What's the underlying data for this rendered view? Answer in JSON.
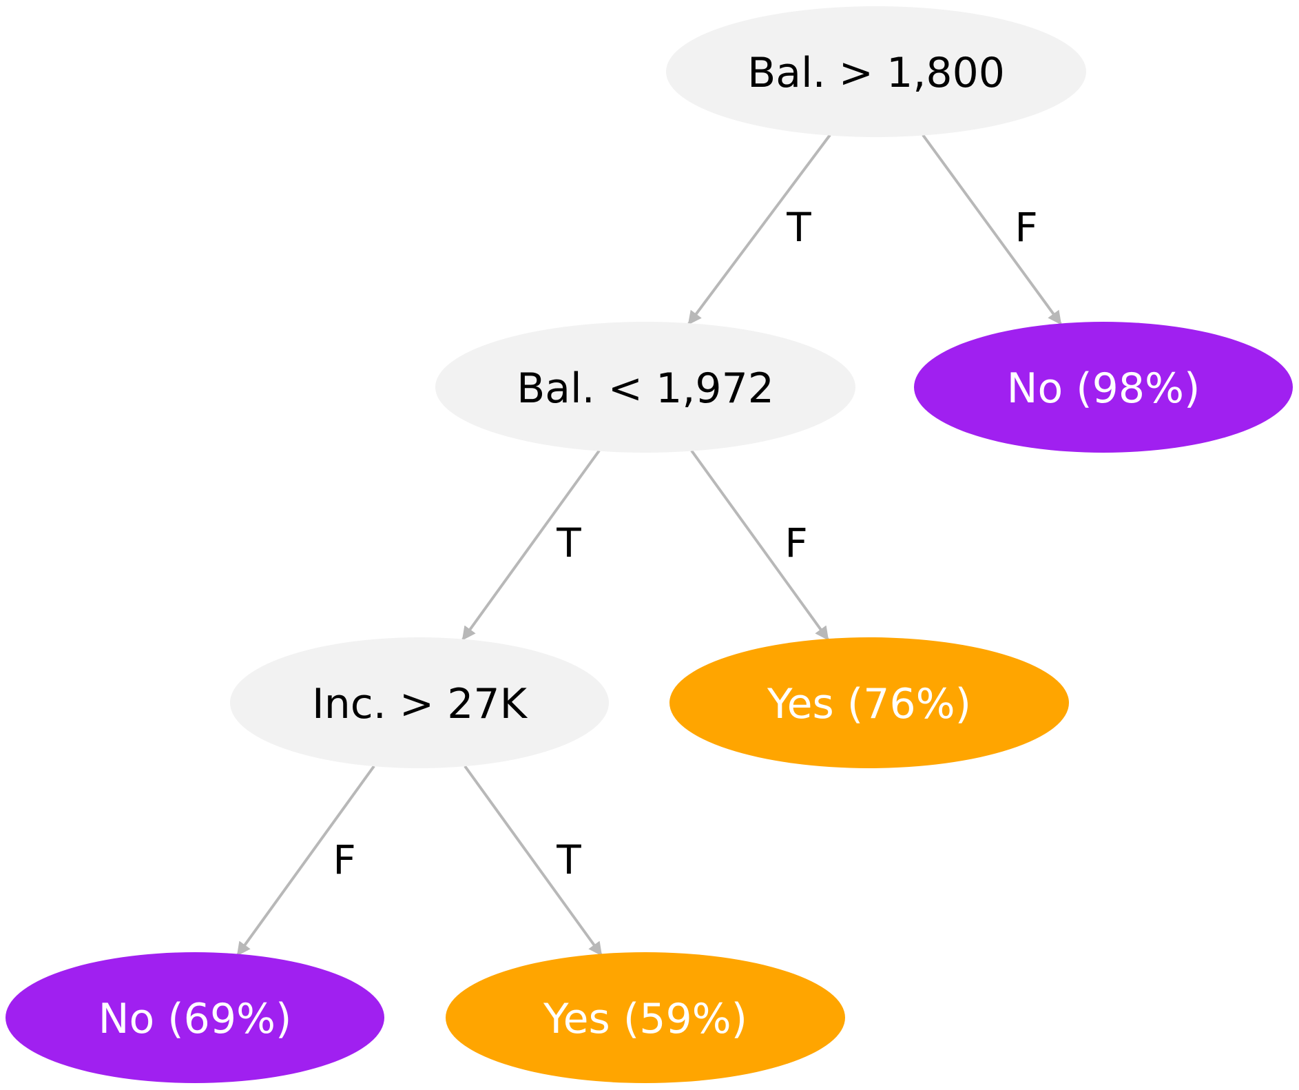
{
  "colors": {
    "decision": "#f2f2f2",
    "no": "#a020f0",
    "yes": "#ffa500",
    "edge": "#b8b8b8",
    "dark_text": "#000000",
    "light_text": "#ffffff"
  },
  "nodes": {
    "root": {
      "label": "Bal. > 1,800",
      "kind": "decision"
    },
    "bal_1972": {
      "label": "Bal. < 1,972",
      "kind": "decision"
    },
    "no_98": {
      "label": "No (98%)",
      "kind": "no"
    },
    "inc_27k": {
      "label": "Inc. > 27K",
      "kind": "decision"
    },
    "yes_76": {
      "label": "Yes (76%)",
      "kind": "yes"
    },
    "no_69": {
      "label": "No (69%)",
      "kind": "no"
    },
    "yes_59": {
      "label": "Yes (59%)",
      "kind": "yes"
    }
  },
  "edges": [
    {
      "from": "root",
      "to": "bal_1972",
      "label": "T"
    },
    {
      "from": "root",
      "to": "no_98",
      "label": "F"
    },
    {
      "from": "bal_1972",
      "to": "inc_27k",
      "label": "T"
    },
    {
      "from": "bal_1972",
      "to": "yes_76",
      "label": "F"
    },
    {
      "from": "inc_27k",
      "to": "no_69",
      "label": "F"
    },
    {
      "from": "inc_27k",
      "to": "yes_59",
      "label": "T"
    }
  ]
}
